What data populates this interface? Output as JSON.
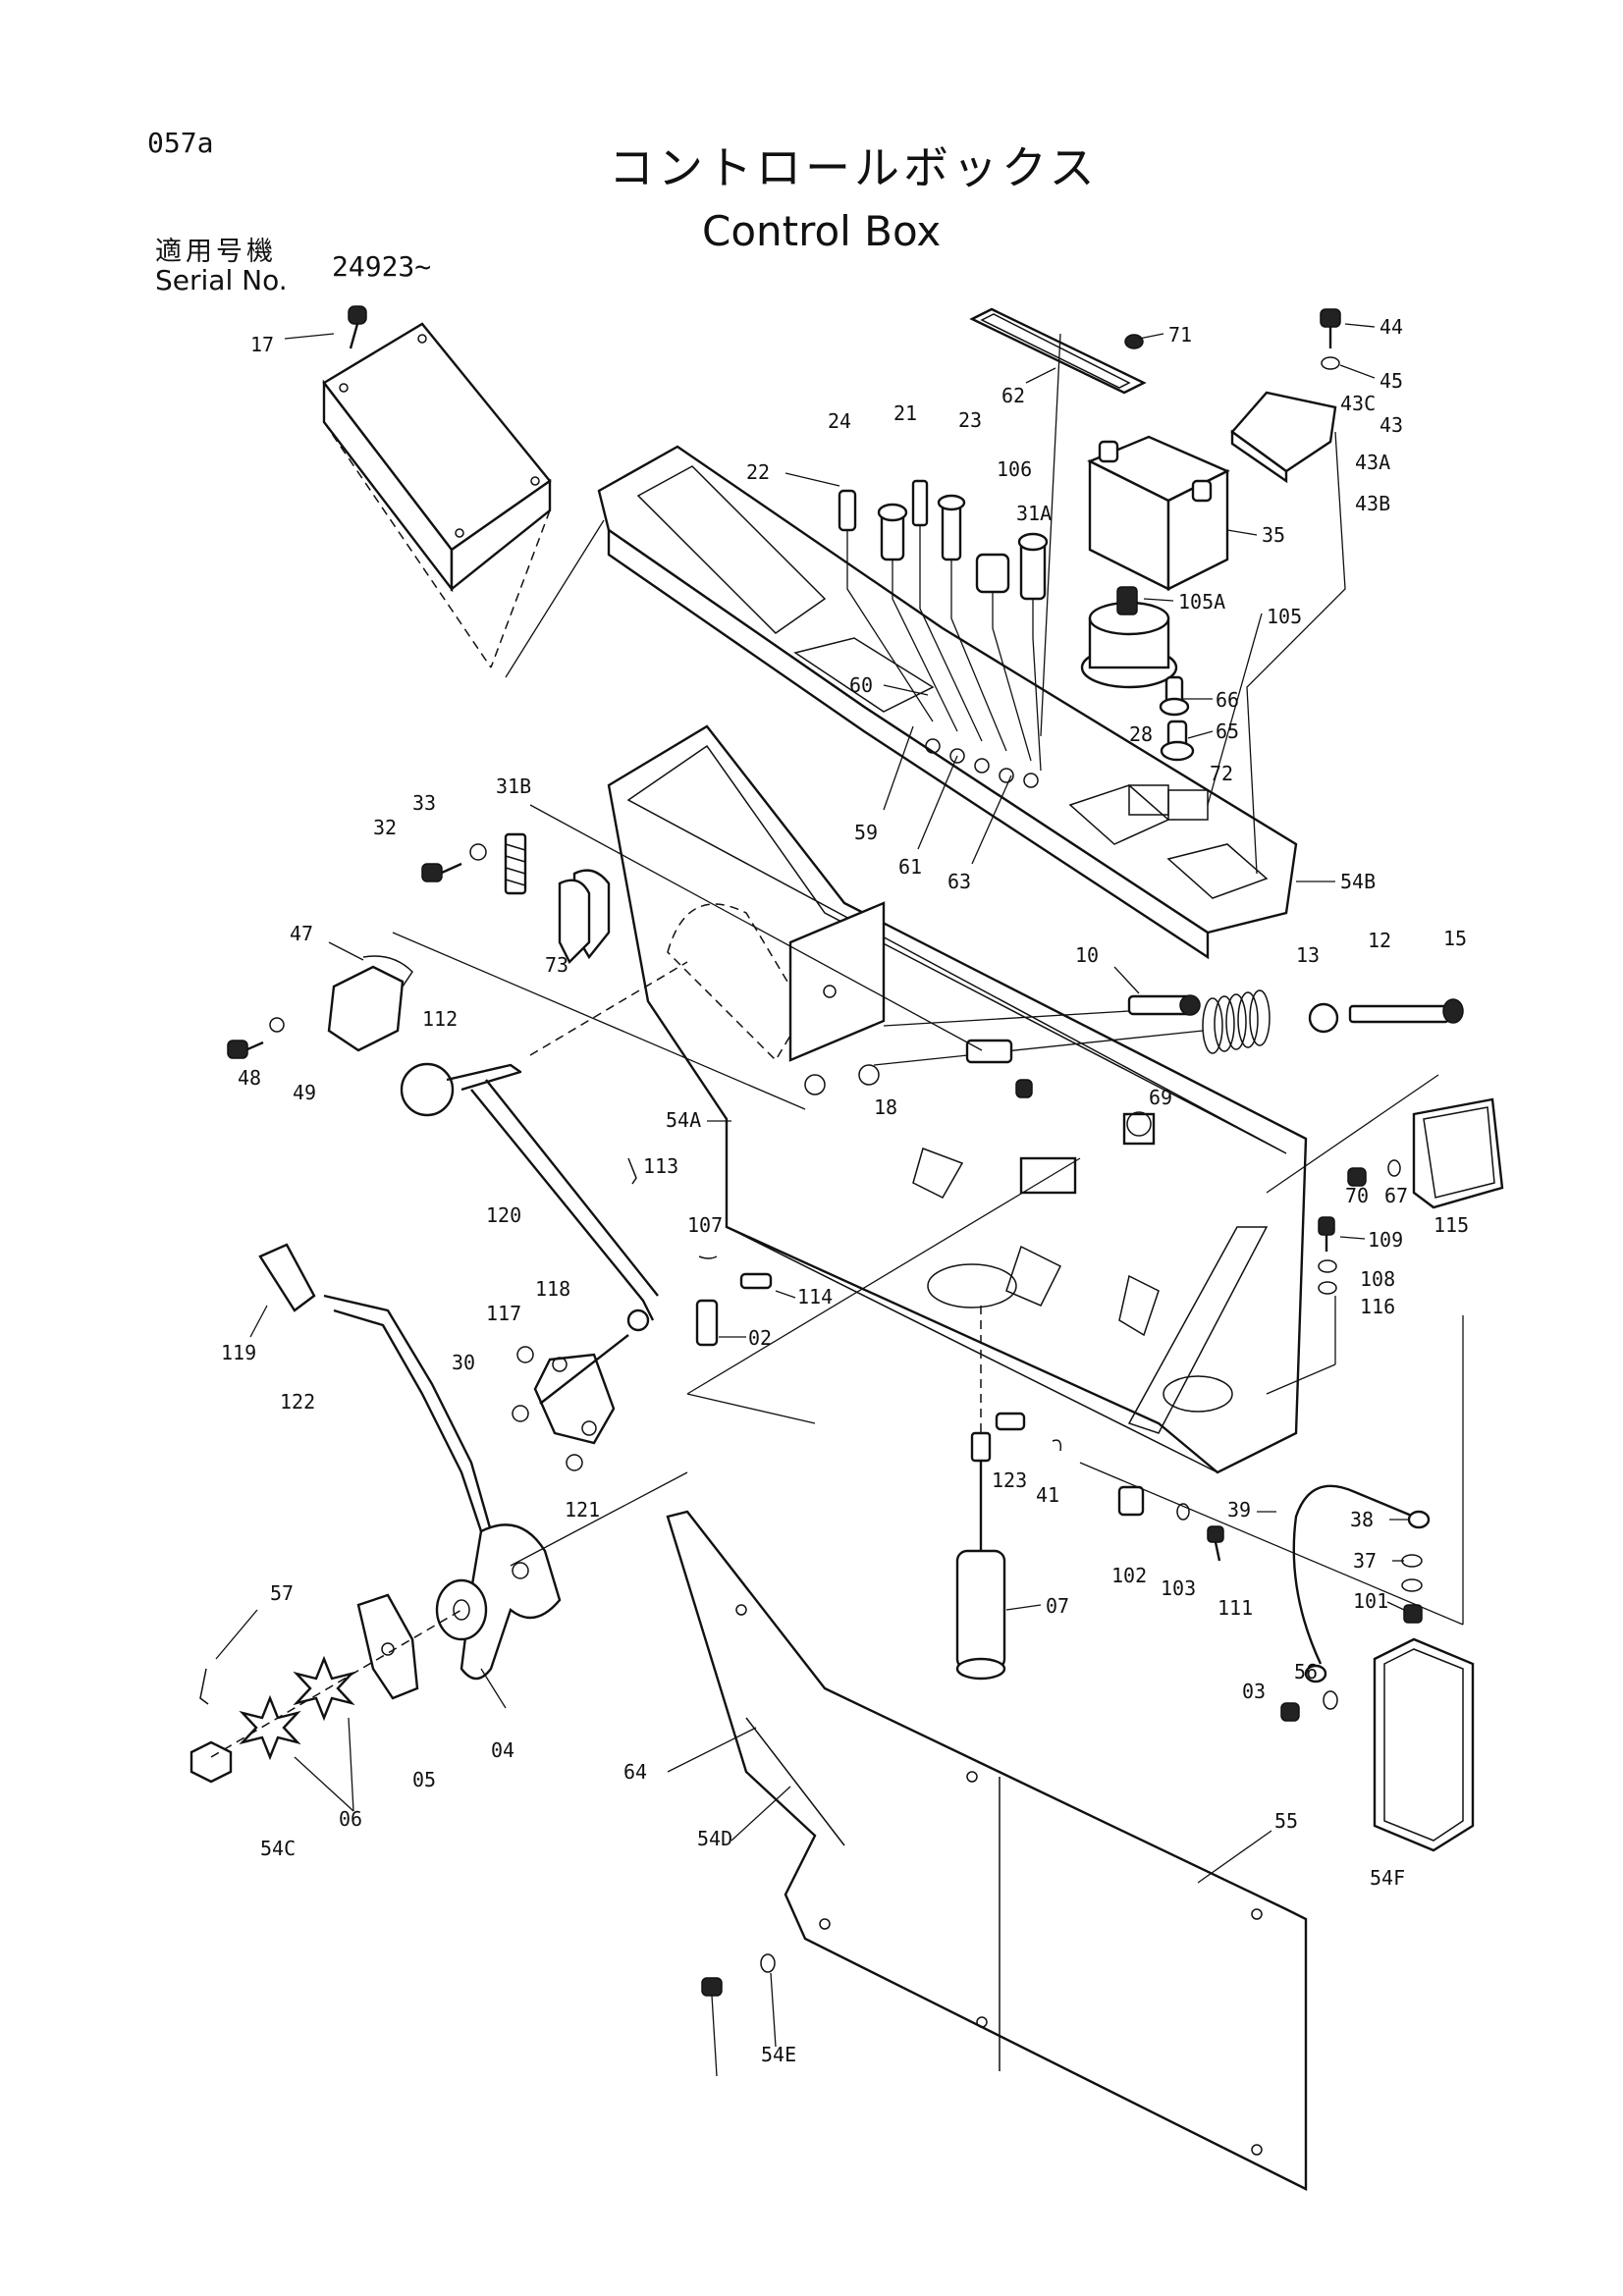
{
  "page_id": "057a",
  "title_jp": "コントロールボックス",
  "title_en": "Control Box",
  "serial": {
    "label_jp": "適用号機",
    "label_en": "Serial No.",
    "value": "24923~"
  },
  "part_numbers": [
    "17",
    "71",
    "44",
    "62",
    "45",
    "43C",
    "43",
    "21",
    "23",
    "24",
    "22",
    "106",
    "43A",
    "43B",
    "31A",
    "35",
    "105A",
    "105",
    "60",
    "66",
    "28",
    "65",
    "72",
    "59",
    "61",
    "63",
    "54B",
    "31B",
    "33",
    "32",
    "73",
    "47",
    "10",
    "13",
    "12",
    "15",
    "112",
    "48",
    "49",
    "54A",
    "18",
    "69",
    "70",
    "67",
    "115",
    "113",
    "120",
    "107",
    "109",
    "108",
    "116",
    "118",
    "114",
    "117",
    "02",
    "119",
    "30",
    "122",
    "121",
    "123",
    "41",
    "39",
    "38",
    "37",
    "101",
    "102",
    "103",
    "111",
    "07",
    "57",
    "56",
    "03",
    "04",
    "05",
    "06",
    "54C",
    "64",
    "54D",
    "55",
    "54F",
    "54E"
  ],
  "colors": {
    "ink": "#111111",
    "paper": "#ffffff"
  }
}
